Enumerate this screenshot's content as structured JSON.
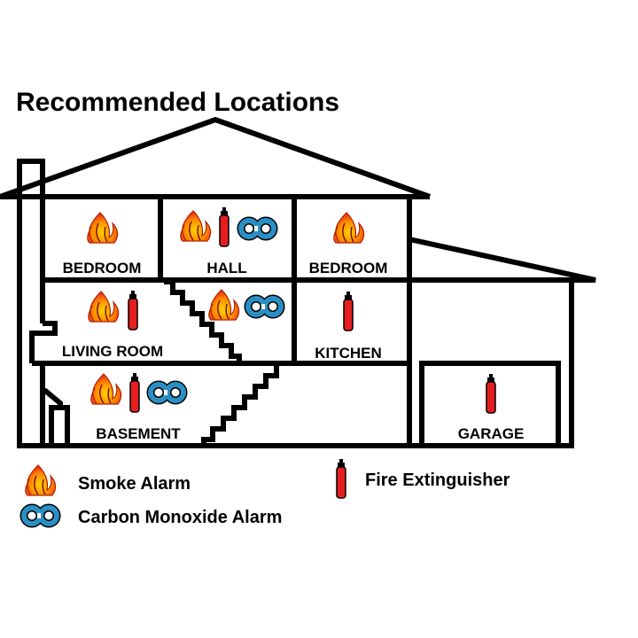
{
  "title": "Recommended Locations",
  "rooms": {
    "bedroom_left": "BEDROOM",
    "hall": "HALL",
    "bedroom_right": "BEDROOM",
    "living_room": "LIVING ROOM",
    "kitchen": "KITCHEN",
    "basement": "BASEMENT",
    "garage": "GARAGE"
  },
  "legend": {
    "smoke_alarm": "Smoke Alarm",
    "co_alarm": "Carbon Monoxide Alarm",
    "fire_extinguisher": "Fire Extinguisher"
  },
  "colors": {
    "flame_outer": "#e8321e",
    "flame_inner": "#ffb400",
    "co_blue": "#2a8fc4",
    "extinguisher_red": "#e51f1f"
  }
}
